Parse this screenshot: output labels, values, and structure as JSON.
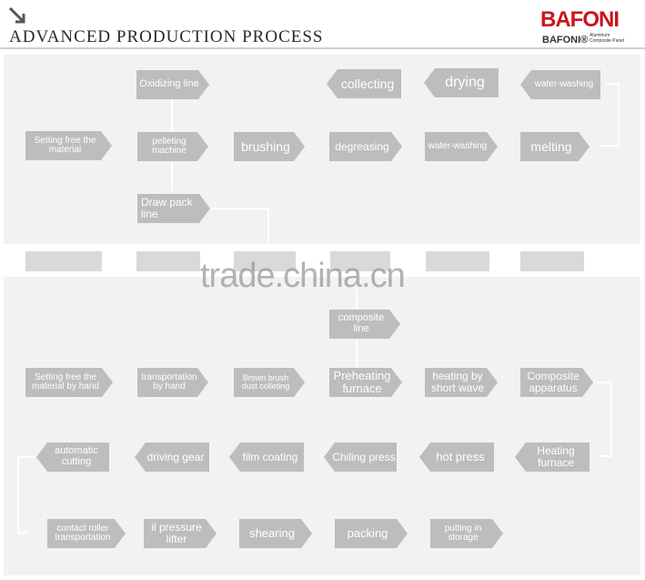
{
  "header": {
    "title": "ADVANCED PRODUCTION PROCESS",
    "logo_word": "BAFONI",
    "logo_name": "BAFONI",
    "logo_registered": "®",
    "logo_sub_1": "Aluminum",
    "logo_sub_2": "Composite Panel"
  },
  "watermark": "trade.china.cn",
  "nodes": [
    {
      "id": "oxidizing",
      "label": "Oxidizing line"
    },
    {
      "id": "setting-free",
      "label": "Setting free the material"
    },
    {
      "id": "pelleting",
      "label": "pelleting machine"
    },
    {
      "id": "brushing",
      "label": "brushing"
    },
    {
      "id": "degreasing",
      "label": "degreasing"
    },
    {
      "id": "water-washing-1",
      "label": "water-washing"
    },
    {
      "id": "melting",
      "label": "melting"
    },
    {
      "id": "water-washing-2",
      "label": "water-washing"
    },
    {
      "id": "drying",
      "label": "drying"
    },
    {
      "id": "collecting",
      "label": "collecting"
    },
    {
      "id": "draw-pack",
      "label": "Draw pack line"
    },
    {
      "id": "composite-line",
      "label": "composite line"
    },
    {
      "id": "setting-free-hand",
      "label": "Setting free the material by hand"
    },
    {
      "id": "transport-hand",
      "label": "transportation by hand"
    },
    {
      "id": "brown-brush",
      "label": "Brown brush dust colleting"
    },
    {
      "id": "preheating",
      "label": "Preheating furnace"
    },
    {
      "id": "heating-wave",
      "label": "heating by short wave"
    },
    {
      "id": "composite-apparatus",
      "label": "Composite apparatus"
    },
    {
      "id": "heating-furnace",
      "label": "Heating furnace"
    },
    {
      "id": "hot-press",
      "label": "hot press"
    },
    {
      "id": "chiling-press",
      "label": "Chiling press"
    },
    {
      "id": "film-coating",
      "label": "film coating"
    },
    {
      "id": "driving-gear",
      "label": "driving gear"
    },
    {
      "id": "auto-cutting",
      "label": "automatic cutting"
    },
    {
      "id": "contact-roller",
      "label": "contact roller transportation"
    },
    {
      "id": "pressure-lifter",
      "label": "il pressure lifter"
    },
    {
      "id": "shearing",
      "label": "shearing"
    },
    {
      "id": "packing",
      "label": "packing"
    },
    {
      "id": "storage",
      "label": "putting in storage"
    }
  ]
}
